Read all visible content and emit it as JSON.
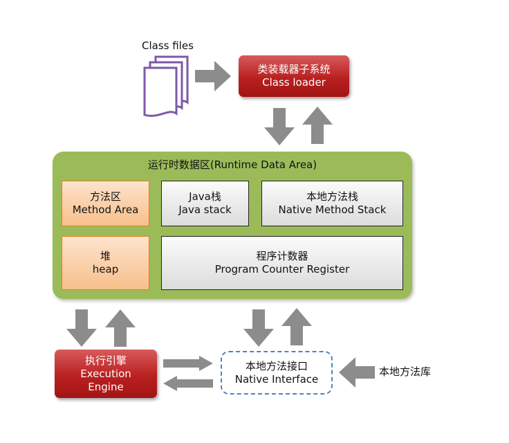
{
  "class_files": {
    "label": "Class files"
  },
  "class_loader": {
    "line1": "类装载器子系统",
    "line2": "Class loader"
  },
  "runtime": {
    "title": "运行时数据区(Runtime Data Area)",
    "method_area": {
      "line1": "方法区",
      "line2": "Method Area"
    },
    "java_stack": {
      "line1": "Java栈",
      "line2": "Java stack"
    },
    "native_stack": {
      "line1": "本地方法栈",
      "line2": "Native Method Stack"
    },
    "heap": {
      "line1": "堆",
      "line2": "heap"
    },
    "pc_register": {
      "line1": "程序计数器",
      "line2": "Program Counter Register"
    }
  },
  "execution_engine": {
    "line1": "执行引擎",
    "line2": "Execution",
    "line3": "Engine"
  },
  "native_interface": {
    "line1": "本地方法接口",
    "line2": "Native Interface"
  },
  "native_library": {
    "label": "本地方法库"
  },
  "colors": {
    "arrow": "#8c8c8c",
    "red": "#b92020",
    "green": "#9bbb59",
    "orange": "#f8bf8c",
    "dashed": "#4f81bd"
  }
}
